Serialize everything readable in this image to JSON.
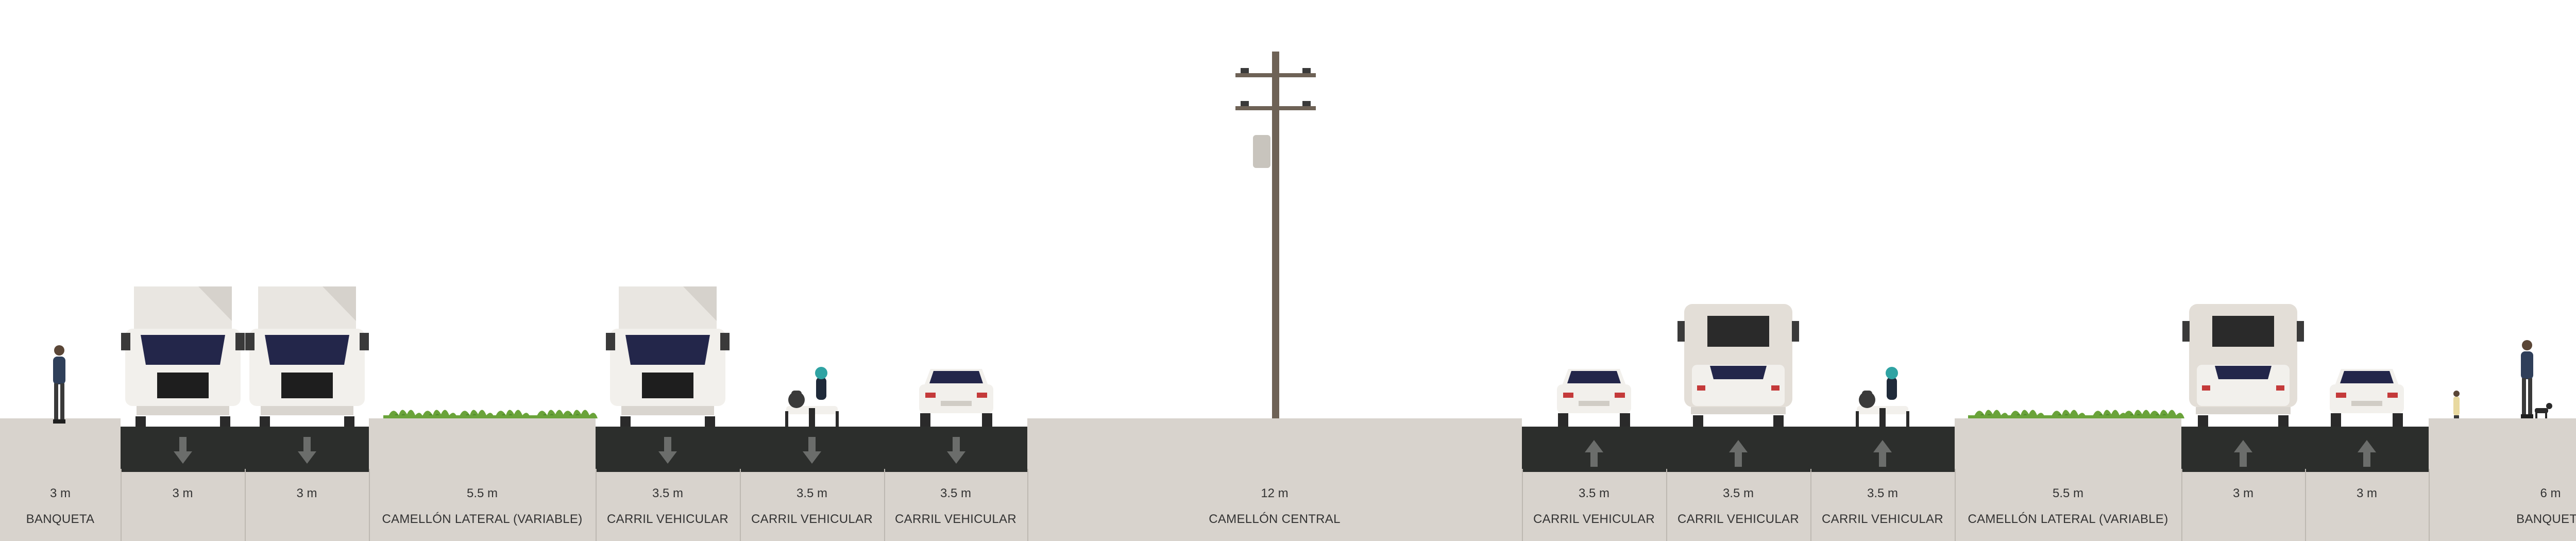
{
  "segments": [
    {
      "id": "banqueta-left",
      "width_label": "3 m",
      "name": "BANQUETA"
    },
    {
      "id": "lane-l1",
      "width_label": "3 m",
      "name": ""
    },
    {
      "id": "lane-l2",
      "width_label": "3 m",
      "name": ""
    },
    {
      "id": "camellon-left",
      "width_label": "5.5 m",
      "name": "CAMELLÓN LATERAL (VARIABLE)"
    },
    {
      "id": "carril-l1",
      "width_label": "3.5 m",
      "name": "CARRIL VEHICULAR"
    },
    {
      "id": "carril-l2",
      "width_label": "3.5 m",
      "name": "CARRIL VEHICULAR"
    },
    {
      "id": "carril-l3",
      "width_label": "3.5 m",
      "name": "CARRIL VEHICULAR"
    },
    {
      "id": "camellon-central",
      "width_label": "12 m",
      "name": "CAMELLÓN CENTRAL"
    },
    {
      "id": "carril-r1",
      "width_label": "3.5 m",
      "name": "CARRIL VEHICULAR"
    },
    {
      "id": "carril-r2",
      "width_label": "3.5 m",
      "name": "CARRIL VEHICULAR"
    },
    {
      "id": "carril-r3",
      "width_label": "3.5 m",
      "name": "CARRIL VEHICULAR"
    },
    {
      "id": "camellon-right",
      "width_label": "5.5 m",
      "name": "CAMELLÓN LATERAL (VARIABLE)"
    },
    {
      "id": "lane-r1",
      "width_label": "3 m",
      "name": ""
    },
    {
      "id": "lane-r2",
      "width_label": "3 m",
      "name": ""
    },
    {
      "id": "banqueta-right",
      "width_label": "6 m",
      "name": "BANQUETA"
    }
  ],
  "colors": {
    "sidewalk": "#d8d3cd",
    "asphalt": "#2c2e2c",
    "arrow": "#6b6d6b",
    "vehicle_body": "#f2f0ec",
    "windshield": "#23264a",
    "pole": "#6e6256",
    "grass": "#6aa33a",
    "divider": "#bdb8b1"
  },
  "lane_directions": {
    "lane-l1": "down",
    "lane-l2": "down",
    "carril-l1": "down",
    "carril-l2": "down",
    "carril-l3": "down",
    "carril-r1": "up",
    "carril-r2": "up",
    "carril-r3": "up",
    "lane-r1": "up",
    "lane-r2": "up"
  }
}
